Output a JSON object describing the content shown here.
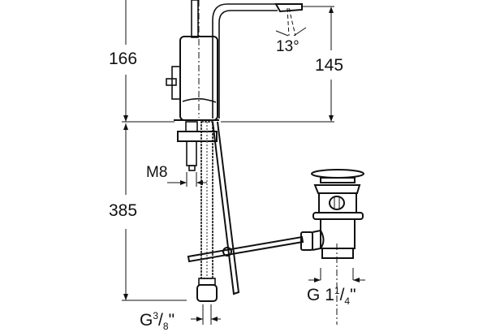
{
  "diagram": {
    "dimensions": {
      "total_height": "166",
      "spout_height": "145",
      "spout_angle": "13°",
      "hose_length": "385",
      "rod_thread": "M8",
      "waste_thread": {
        "prefix": "G",
        "whole": "1",
        "num": "1",
        "den": "4",
        "suffix": "\""
      },
      "hose_thread": {
        "prefix": "G",
        "num": "3",
        "den": "8",
        "suffix": "\""
      }
    },
    "colors": {
      "line": "#111111",
      "background": "#ffffff"
    }
  }
}
